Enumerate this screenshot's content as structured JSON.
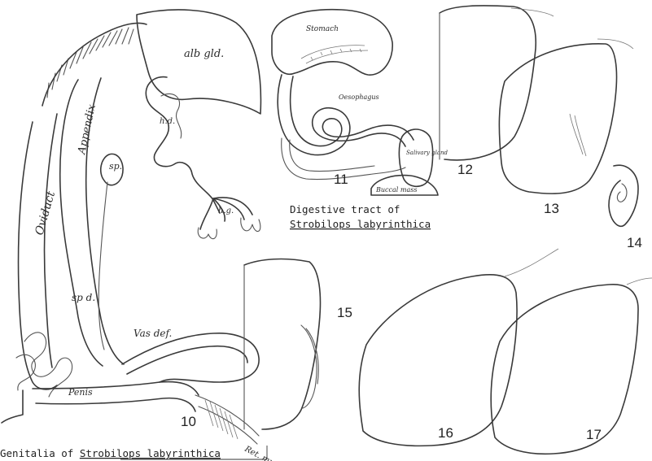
{
  "figure_numbers": {
    "fig10": "10",
    "fig11": "11",
    "fig12": "12",
    "fig13": "13",
    "fig14": "14",
    "fig15": "15",
    "fig16": "16",
    "fig17": "17"
  },
  "fig10_labels": {
    "alb_gld": "alb gld.",
    "hd": "h.d.",
    "hg": "h.g.",
    "sp": "sp.",
    "oviduct": "Oviduct",
    "appendix": "Appendix",
    "sp_d": "sp d.",
    "vas_def": "Vas def.",
    "penis": "Penis",
    "ret_mus": "Ret. mus."
  },
  "fig10_caption": {
    "prefix": "Genitalia of ",
    "species": "Strobilops labyrinthica"
  },
  "fig11_labels": {
    "stomach": "Stomach",
    "oesophagus": "Oesophagus",
    "salivary_gland": "Salivary gland",
    "buccal_mass": "Buccal mass"
  },
  "fig11_caption": {
    "line1": "Digestive tract of",
    "species": "Strobilops labyrinthica"
  }
}
